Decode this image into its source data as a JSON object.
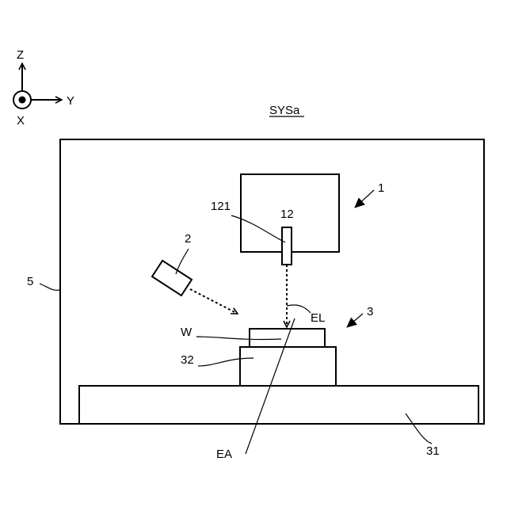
{
  "axes": {
    "z": "Z",
    "y": "Y",
    "x": "X"
  },
  "title": "SYSa",
  "labels": {
    "ref_1": "1",
    "ref_121": "121",
    "ref_12": "12",
    "ref_2": "2",
    "ref_5": "5",
    "ref_3": "3",
    "ref_EL": "EL",
    "ref_W": "W",
    "ref_32": "32",
    "ref_EA": "EA",
    "ref_31": "31"
  }
}
